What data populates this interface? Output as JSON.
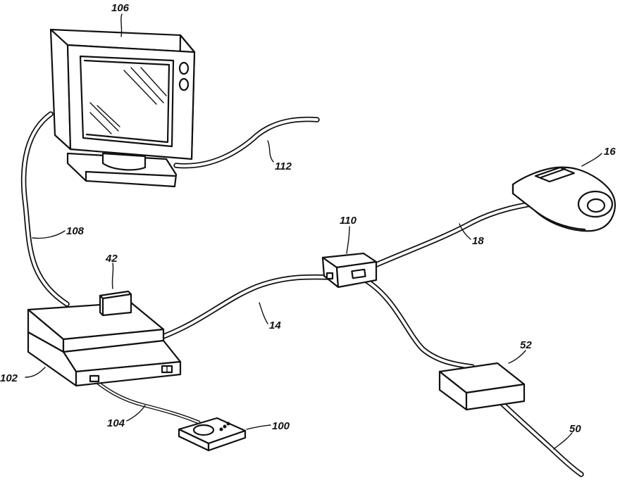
{
  "labels": {
    "monitor": "106",
    "monitor_cable": "112",
    "monitor_link": "108",
    "card": "42",
    "base_unit": "102",
    "foot_cable": "104",
    "foot_switch": "100",
    "main_cable": "14",
    "hub": "110",
    "probe_cable": "18",
    "probe": "16",
    "adapter": "52",
    "adapter_cable": "50"
  }
}
